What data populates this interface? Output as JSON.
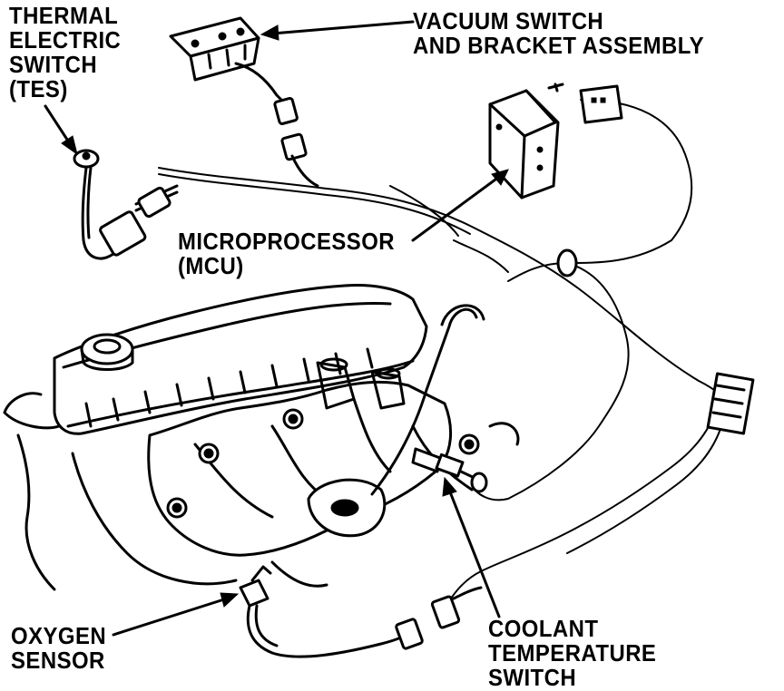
{
  "labels": {
    "tes": [
      "THERMAL",
      "ELECTRIC",
      "SWITCH",
      "(TES)"
    ],
    "vacuum": [
      "VACUUM SWITCH",
      "AND BRACKET ASSEMBLY"
    ],
    "mcu": [
      "MICROPROCESSOR",
      "(MCU)"
    ],
    "oxygen": [
      "OXYGEN",
      "SENSOR"
    ],
    "coolant": [
      "COOLANT",
      "TEMPERATURE",
      "SWITCH"
    ]
  }
}
